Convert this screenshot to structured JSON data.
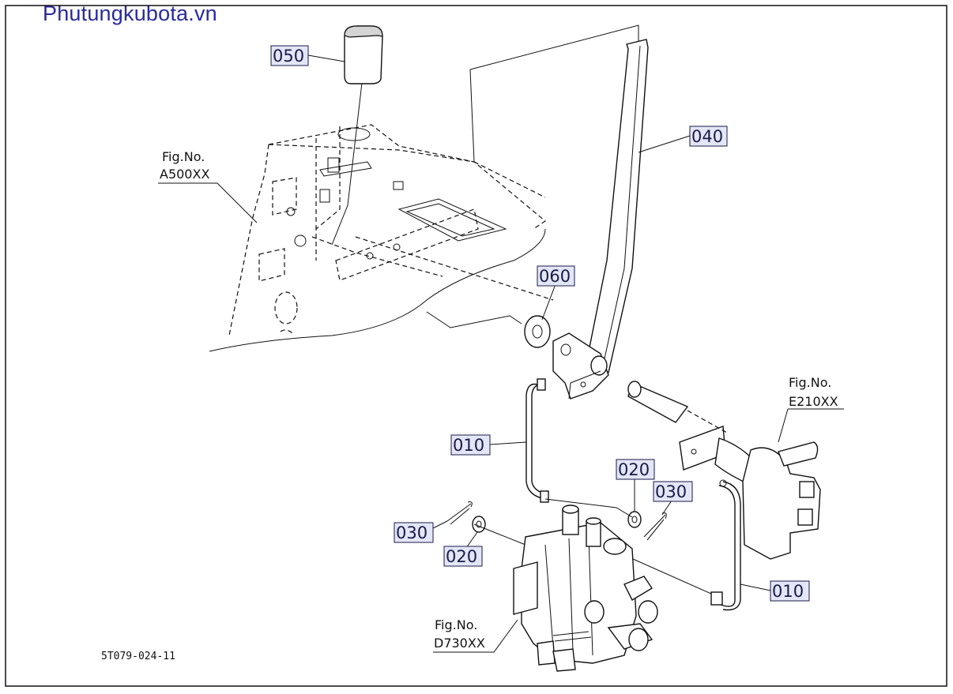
{
  "watermark": "Phutungkubota.vn",
  "callouts": {
    "c050": "050",
    "c040": "040",
    "c060": "060",
    "c010a": "010",
    "c010b": "010",
    "c020a": "020",
    "c020b": "020",
    "c030a": "030",
    "c030b": "030"
  },
  "figrefs": {
    "a500_l1": "Fig.No.",
    "a500_l2": "A500XX",
    "e210_l1": "Fig.No.",
    "e210_l2": "E210XX",
    "d730_l1": "Fig.No.",
    "d730_l2": "D730XX"
  },
  "drawing_number": "5T079-024-11"
}
